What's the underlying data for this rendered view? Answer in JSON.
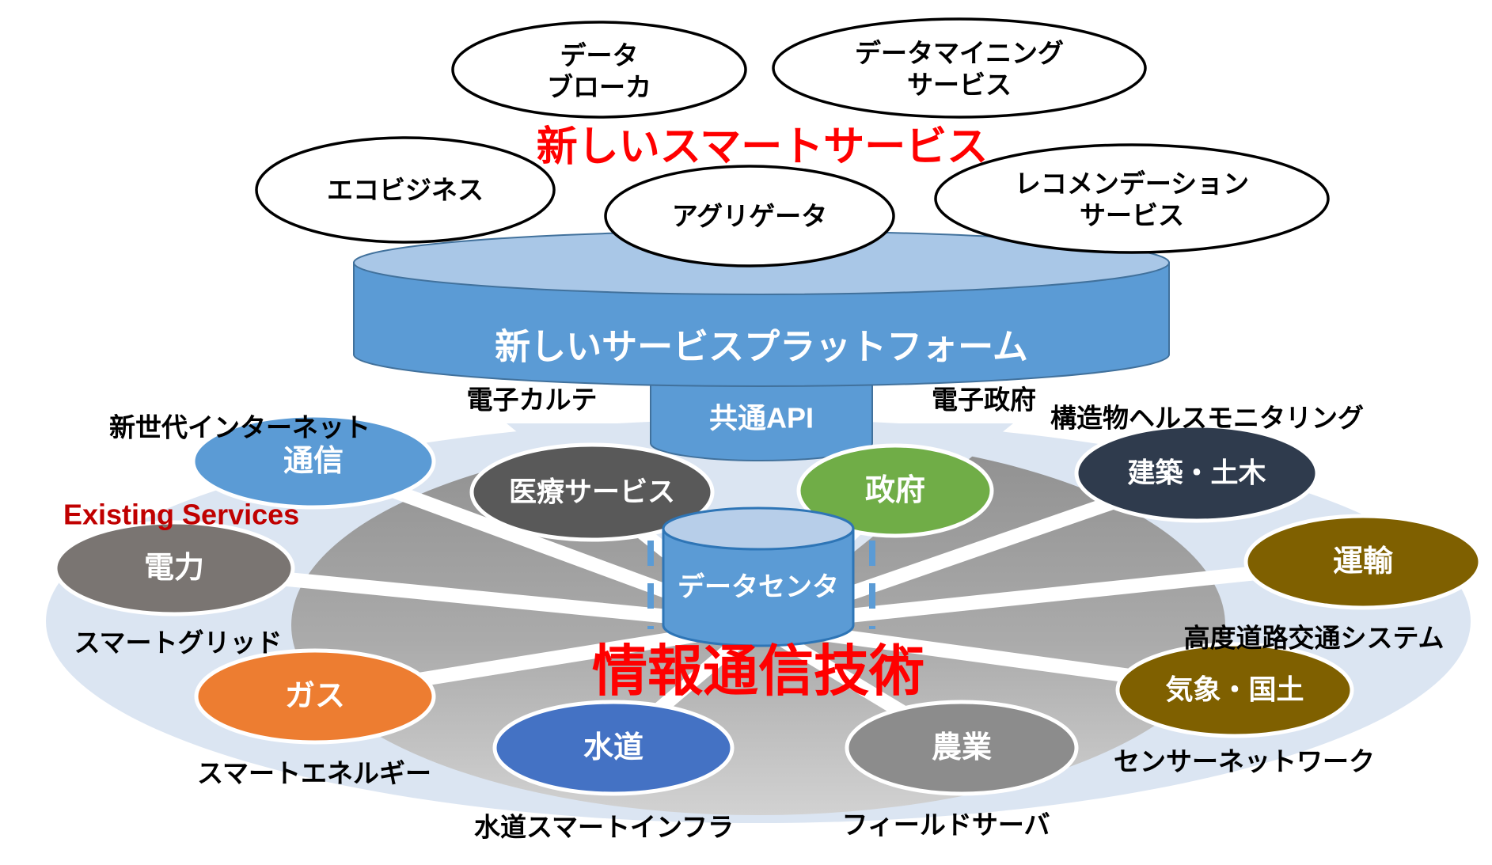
{
  "title_top": "新しいスマートサービス",
  "title_center": "情報通信技術",
  "existing_services_label": "Existing Services",
  "new_service_ovals": [
    {
      "id": "data-broker",
      "lines": [
        "データ",
        "ブローカ"
      ]
    },
    {
      "id": "data-mining",
      "lines": [
        "データマイニング",
        "サービス"
      ]
    },
    {
      "id": "eco-business",
      "lines": [
        "エコビジネス"
      ]
    },
    {
      "id": "aggregator",
      "lines": [
        "アグリゲータ"
      ]
    },
    {
      "id": "recommendation",
      "lines": [
        "レコメンデーション",
        "サービス"
      ]
    }
  ],
  "platform": {
    "label": "新しいサービスプラットフォーム",
    "api": "共通API"
  },
  "datacenter": {
    "label": "データセンタ"
  },
  "sectors": [
    {
      "label": "通信",
      "annotation": "新世代インターネット",
      "color": "#5B9BD5"
    },
    {
      "label": "医療サービス",
      "annotation": "電子カルテ",
      "color": "#595959"
    },
    {
      "label": "政府",
      "annotation": "電子政府",
      "color": "#70AD47"
    },
    {
      "label": "建築・土木",
      "annotation": "構造物ヘルスモニタリング",
      "color": "#2F3B4D"
    },
    {
      "label": "電力",
      "annotation": "スマートグリッド",
      "color": "#7A7572"
    },
    {
      "label": "運輸",
      "annotation": "高度道路交通システム",
      "color": "#7F6000"
    },
    {
      "label": "ガス",
      "annotation": "スマートエネルギー",
      "color": "#ED7D31"
    },
    {
      "label": "気象・国土",
      "annotation": "センサーネットワーク",
      "color": "#7F6000"
    },
    {
      "label": "水道",
      "annotation": "水道スマートインフラ",
      "color": "#4472C4"
    },
    {
      "label": "農業",
      "annotation": "フィールドサーバ",
      "color": "#8C8C8C"
    }
  ],
  "colors": {
    "red_title": "#FF0000",
    "existing_services": "#C00000",
    "platform_body": "#5B9BD5",
    "platform_top": "#A9C7E7",
    "platform_stroke": "#41719C",
    "datacenter_body": "#5B9BD5",
    "datacenter_top": "#B7CEE9",
    "datacenter_stroke": "#2E75B6",
    "background_ellipse": "#DBE5F2",
    "dashed_link": "#5B9BD5",
    "oval_stroke": "#000000"
  }
}
